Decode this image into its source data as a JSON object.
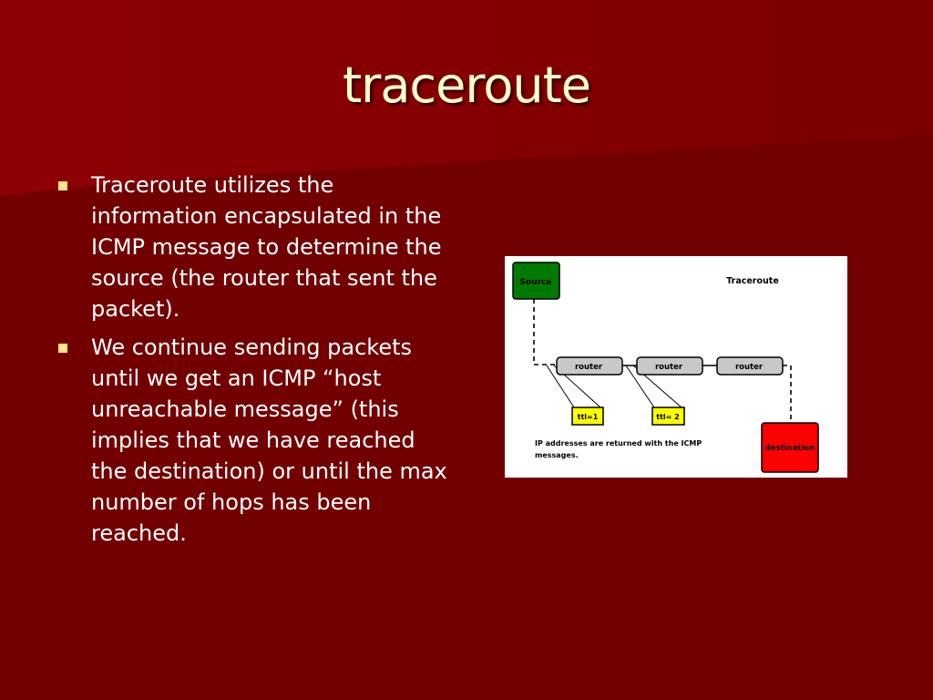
{
  "slide": {
    "title": "traceroute",
    "bullets": [
      "Traceroute utilizes the information encapsulated in the ICMP message to determine the source (the router that sent the packet).",
      "We continue sending packets until we get an ICMP “host unreachable message” (this implies that we have reached the destination) or until the max number of hops has been reached."
    ]
  },
  "diagram": {
    "heading": "Traceroute",
    "source_label": "Source",
    "routers": [
      "router",
      "router",
      "router"
    ],
    "ttl_labels": [
      "ttl=1",
      "ttl= 2"
    ],
    "destination_label": "destination",
    "note_line1": "IP addresses are returned with the ICMP",
    "note_line2": "messages."
  },
  "colors": {
    "background": "#720000",
    "title": "#FFFFCC",
    "bullet_marker": "#FFE48A",
    "source_box": "#007A00",
    "destination_box": "#FF0000",
    "router_box": "#C8C8C8",
    "ttl_box": "#FFFF00"
  }
}
